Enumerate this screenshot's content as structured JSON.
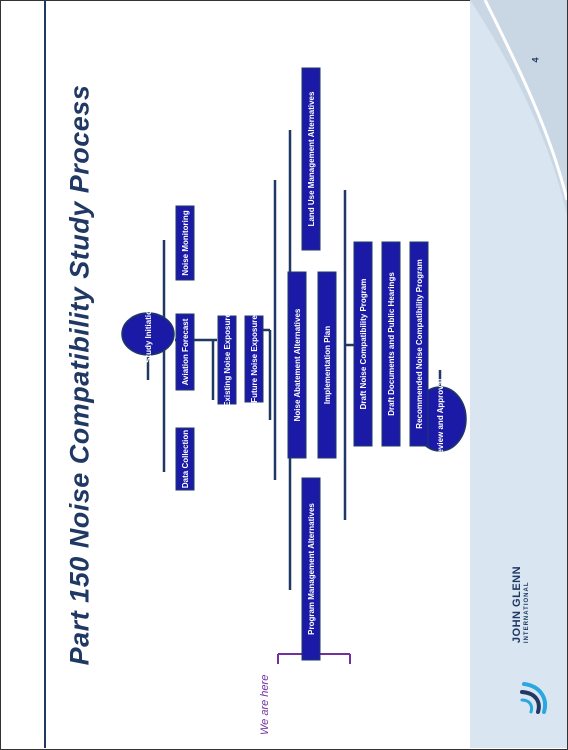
{
  "slide": {
    "title": "Part 150 Noise Compatibility Study Process",
    "page_number": "4",
    "colors": {
      "navy": "#1f3864",
      "box": "#1a1aa6",
      "band": "#d9e6f1",
      "accent": "#7030a0"
    }
  },
  "diagram": {
    "nodes": {
      "study_initiation": "Study Initiation",
      "data_collection": "Data Collection",
      "aviation_forecast": "Aviation Forecast",
      "noise_monitoring": "Noise Monitoring",
      "existing_noise": "Existing Noise Exposure",
      "future_noise": "Future Noise Exposure",
      "program_mgmt": "Program Management Alternatives",
      "noise_abatement": "Noise Abatement Alternatives",
      "implementation_plan": "Implementation Plan",
      "land_use": "Land Use Management Alternatives",
      "draft_ncp": "Draft Noise Compatibility Program",
      "draft_docs": "Draft Documents and Public Hearings",
      "recommended_ncp": "Recommended Noise Compatibility Program",
      "review": "Review and Approval"
    },
    "marker": "We are here"
  },
  "logo": {
    "line1": "JOHN GLENN",
    "line2": "INTERNATIONAL",
    "icon": "john-glenn-swoosh-logo"
  }
}
